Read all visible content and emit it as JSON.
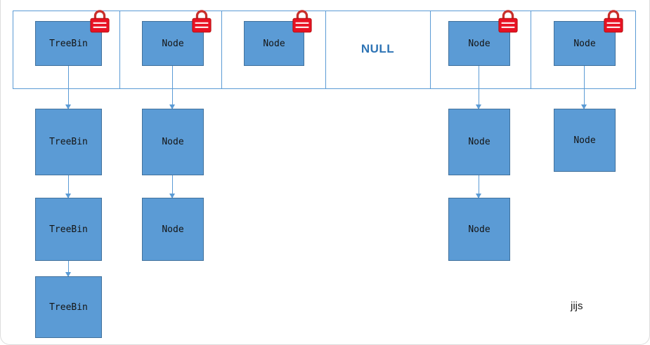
{
  "diagram": {
    "type": "concurrent-hashmap-buckets",
    "null_label": "NULL",
    "watermark": "jijs",
    "columns": [
      {
        "head": "TreeBin",
        "lock": true,
        "children": [
          "TreeBin",
          "TreeBin",
          "TreeBin"
        ]
      },
      {
        "head": "Node",
        "lock": true,
        "children": [
          "Node",
          "Node"
        ]
      },
      {
        "head": "Node",
        "lock": true,
        "children": []
      },
      {
        "head": "NULL",
        "lock": false,
        "children": []
      },
      {
        "head": "Node",
        "lock": true,
        "children": [
          "Node",
          "Node"
        ]
      },
      {
        "head": "Node",
        "lock": true,
        "children": [
          "Node"
        ]
      }
    ],
    "colors": {
      "box_fill": "#5b9bd5",
      "box_border": "#41719c",
      "arrow": "#5b9bd5",
      "array_border": "#5b9bd5",
      "lock_body": "#e81123",
      "lock_shackle": "#c9302c",
      "null_text": "#2e74b5"
    }
  }
}
